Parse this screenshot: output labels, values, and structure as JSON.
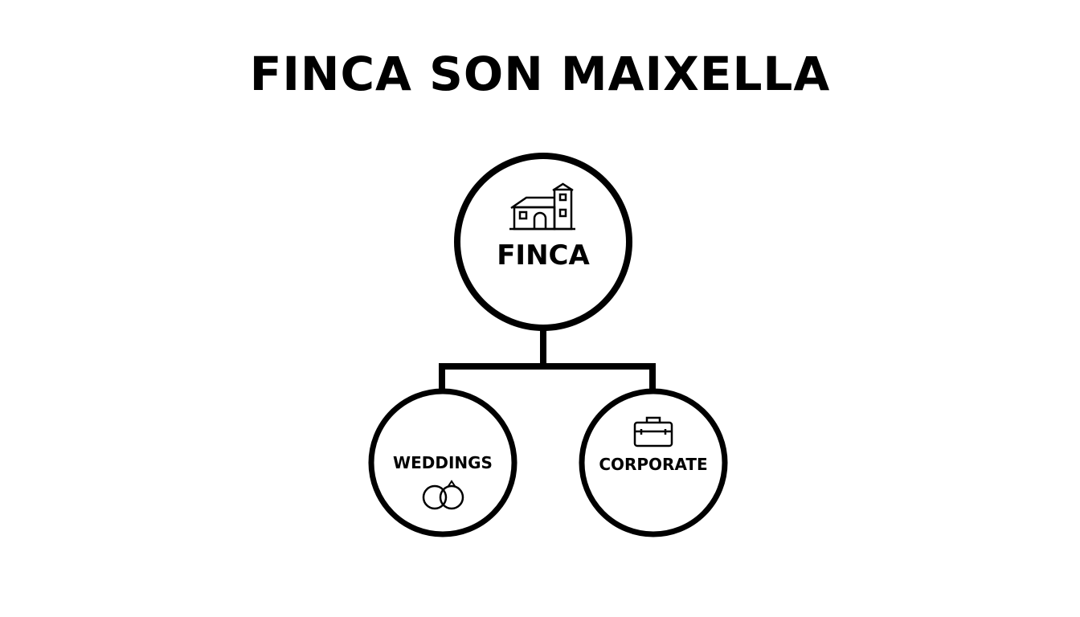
{
  "title": "FINCA SON MAIXELLA",
  "nodes": {
    "root": {
      "label": "FINCA",
      "icon": "farmhouse-icon"
    },
    "weddings": {
      "label": "WEDDINGS",
      "icon": "wedding-rings-icon"
    },
    "corporate": {
      "label": "CORPORATE",
      "icon": "briefcase-icon"
    }
  },
  "colors": {
    "stroke": "#000000",
    "background": "#ffffff"
  }
}
